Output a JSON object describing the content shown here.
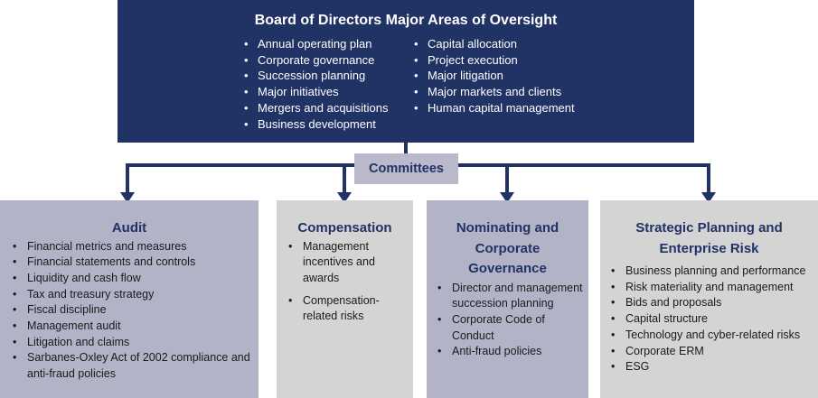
{
  "board": {
    "title": "Board of Directors Major Areas of Oversight",
    "left_items": [
      "Annual operating plan",
      "Corporate governance",
      "Succession planning",
      "Major initiatives",
      "Mergers and acquisitions",
      "Business development"
    ],
    "right_items": [
      "Capital allocation",
      "Project execution",
      "Major litigation",
      "Major markets and clients",
      "Human capital management"
    ]
  },
  "committees_label": "Committees",
  "committees": [
    {
      "title": "Audit",
      "items": [
        "Financial metrics and measures",
        "Financial statements and controls",
        "Liquidity and cash flow",
        "Tax and treasury strategy",
        "Fiscal discipline",
        "Management audit",
        "Litigation and claims",
        "Sarbanes-Oxley Act of 2002 compliance and anti-fraud policies"
      ]
    },
    {
      "title": "Compensation",
      "items": [
        "Management incentives and awards",
        "Compensation-related risks"
      ]
    },
    {
      "title": "Nominating and Corporate Governance",
      "items": [
        "Director and management succession planning",
        "Corporate Code of Conduct",
        "Anti-fraud policies"
      ]
    },
    {
      "title": "Strategic Planning and Enterprise Risk",
      "items": [
        "Business planning and performance",
        "Risk materiality and management",
        "Bids and proposals",
        "Capital structure",
        "Technology and cyber-related risks",
        "Corporate ERM",
        "ESG"
      ]
    }
  ],
  "colors": {
    "navy": "#213264",
    "lavender": "#b3b3c7",
    "light_gray": "#d4d4d4",
    "committees_box": "#b9b9cb"
  }
}
